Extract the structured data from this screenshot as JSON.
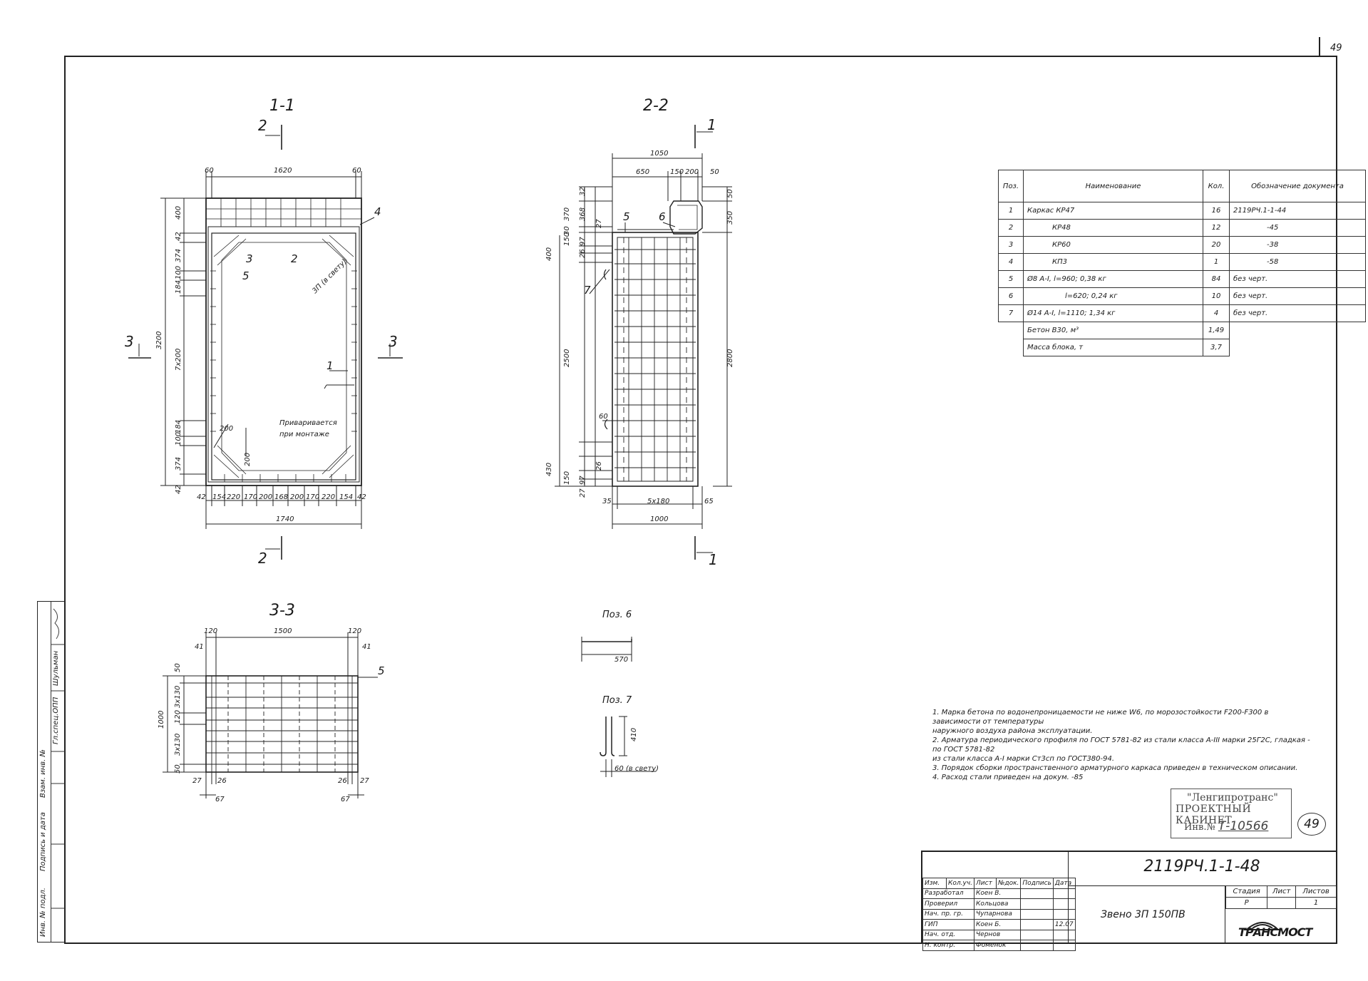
{
  "page_number": "49",
  "views": {
    "v11": {
      "title": "1-1",
      "cut_top": "2",
      "cut_bottom": "2",
      "cut_left": "3",
      "cut_right": "3",
      "dims_top": [
        "60",
        "1620",
        "60"
      ],
      "dim_height": "3200",
      "dims_left": [
        "400",
        "42",
        "374",
        "100",
        "184",
        "7x200",
        "184",
        "100",
        "374",
        "42"
      ],
      "dims_bottom": [
        "42",
        "154",
        "220",
        "170",
        "200",
        "168",
        "200",
        "170",
        "220",
        "154",
        "42"
      ],
      "dim_total": "1740",
      "callouts": [
        "4",
        "3",
        "2",
        "5",
        "1"
      ],
      "clear_label": "3П (в свету)",
      "note": [
        "Приваривается",
        "при монтаже"
      ],
      "dim_200a": "200",
      "dim_200b": "200"
    },
    "v22": {
      "title": "2-2",
      "cut": "1",
      "dims_top_total": "1050",
      "dims_top": [
        "650",
        "150",
        "200",
        "50"
      ],
      "dims_left": [
        "32",
        "370",
        "368",
        "27",
        "30",
        "150",
        "26",
        "97",
        "2500",
        "400",
        "430",
        "150",
        "97",
        "26",
        "27"
      ],
      "dims_right": [
        "50",
        "350",
        "2800"
      ],
      "dims_bottom": [
        "35",
        "5x180",
        "65"
      ],
      "dim_total": "1000",
      "callouts": [
        "5",
        "6",
        "7"
      ],
      "dim_60": "60"
    },
    "v33": {
      "title": "3-3",
      "dims_top": [
        "120",
        "1500",
        "120"
      ],
      "dims_side": [
        "41",
        "41"
      ],
      "dims_left": [
        "50",
        "3x130",
        "120",
        "3x130",
        "50"
      ],
      "dim_height": "1000",
      "dims_bottom": [
        "27",
        "26",
        "26",
        "27"
      ],
      "dims_bottom2": [
        "67",
        "67"
      ],
      "callout": "5"
    },
    "poz6": {
      "title": "Поз. 6",
      "dim": "570"
    },
    "poz7": {
      "title": "Поз. 7",
      "dim_h": "410",
      "dim_w": "60 (в свету)"
    }
  },
  "spec_table": {
    "headers": [
      "Поз.",
      "Наименование",
      "Кол.",
      "Обозначение документа"
    ],
    "rows": [
      [
        "1",
        "Каркас КР47",
        "16",
        "2119РЧ.1-1-44"
      ],
      [
        "2",
        "КР48",
        "12",
        "-45"
      ],
      [
        "3",
        "КР60",
        "20",
        "-38"
      ],
      [
        "4",
        "КП3",
        "1",
        "-58"
      ],
      [
        "5",
        "Ø8 А-I, l=960; 0,38 кг",
        "84",
        "без черт."
      ],
      [
        "6",
        "l=620; 0,24 кг",
        "10",
        "без черт."
      ],
      [
        "7",
        "Ø14 А-I, l=1110; 1,34 кг",
        "4",
        "без черт."
      ],
      [
        "",
        "Бетон В30, м³",
        "1,49",
        ""
      ],
      [
        "",
        "Масса блока, т",
        "3,7",
        ""
      ]
    ]
  },
  "notes": [
    "1. Марка бетона по водонепроницаемости не ниже W6, по морозостойкости F200-F300 в зависимости от температуры",
    "наружного воздуха района эксплуатации.",
    "2. Арматура периодического профиля по ГОСТ 5781-82 из стали класса А-III марки 25Г2С, гладкая - по ГОСТ 5781-82",
    "из стали класса А-I марки Ст3сп по ГОСТ380-94.",
    "3. Порядок сборки пространственного арматурного каркаса приведен в техническом описании.",
    "4. Расход стали приведен на докум. -85"
  ],
  "stamp": {
    "line1": "\"Ленгипротранс\"",
    "line2": "ПРОЕКТНЫЙ КАБИНЕТ",
    "line3": "Инв.№",
    "inv": "Т-10566",
    "circle": "49"
  },
  "title_block": {
    "header": [
      "Изм.",
      "Кол.уч.",
      "Лист",
      "№док.",
      "Подпись",
      "Дата"
    ],
    "rows": [
      [
        "Разработал",
        "Коен В."
      ],
      [
        "Проверил",
        "Кольцова"
      ],
      [
        "Нач. пр. гр.",
        "Чупарнова"
      ],
      [
        "ГИП",
        "Коен Б."
      ],
      [
        "Нач. отд.",
        "Чернов"
      ],
      [
        "Н. контр.",
        "Фоменок"
      ]
    ],
    "date": "12.07",
    "code": "2119РЧ.1-1-48",
    "name": "Звено 3П 150ПВ",
    "stage_headers": [
      "Стадия",
      "Лист",
      "Листов"
    ],
    "stage_values": [
      "Р",
      "",
      "1"
    ],
    "company": "ТРАНСМОСТ"
  },
  "left_strip": [
    "Инв. № подл.",
    "Подпись и дата",
    "Взам. инв. №",
    "Гл.спец.ОПП",
    "Шульман"
  ]
}
